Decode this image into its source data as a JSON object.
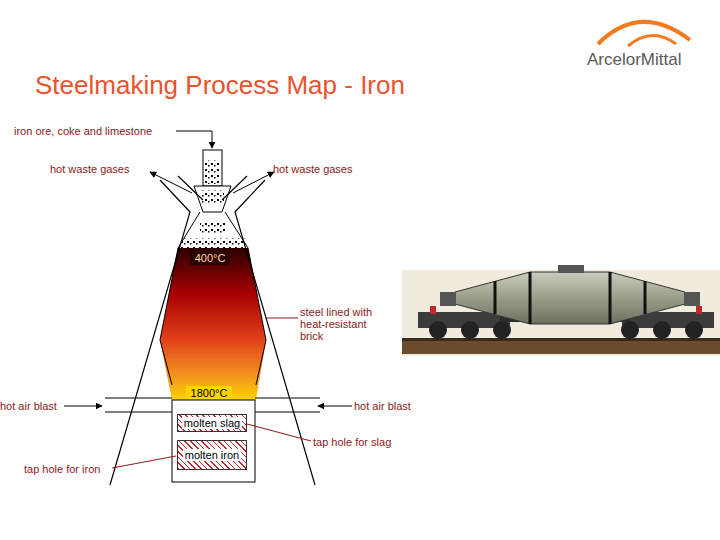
{
  "diagram": {
    "title": "Steelmaking Process Map - Iron",
    "nodes": [
      {
        "text": [
          "400°C"
        ]
      },
      {
        "text": [
          "1800°C"
        ]
      },
      {
        "text": [
          "molten slag"
        ]
      },
      {
        "text": [
          "molten iron"
        ]
      }
    ],
    "labels": [
      "ArcelorMittal",
      "iron ore, coke and limestone",
      "hot waste gases",
      "hot waste gases",
      "steel lined with heat-resistant brick",
      "hot air blast",
      "hot air blast",
      "tap hole for slag",
      "tap hole for iron"
    ]
  }
}
